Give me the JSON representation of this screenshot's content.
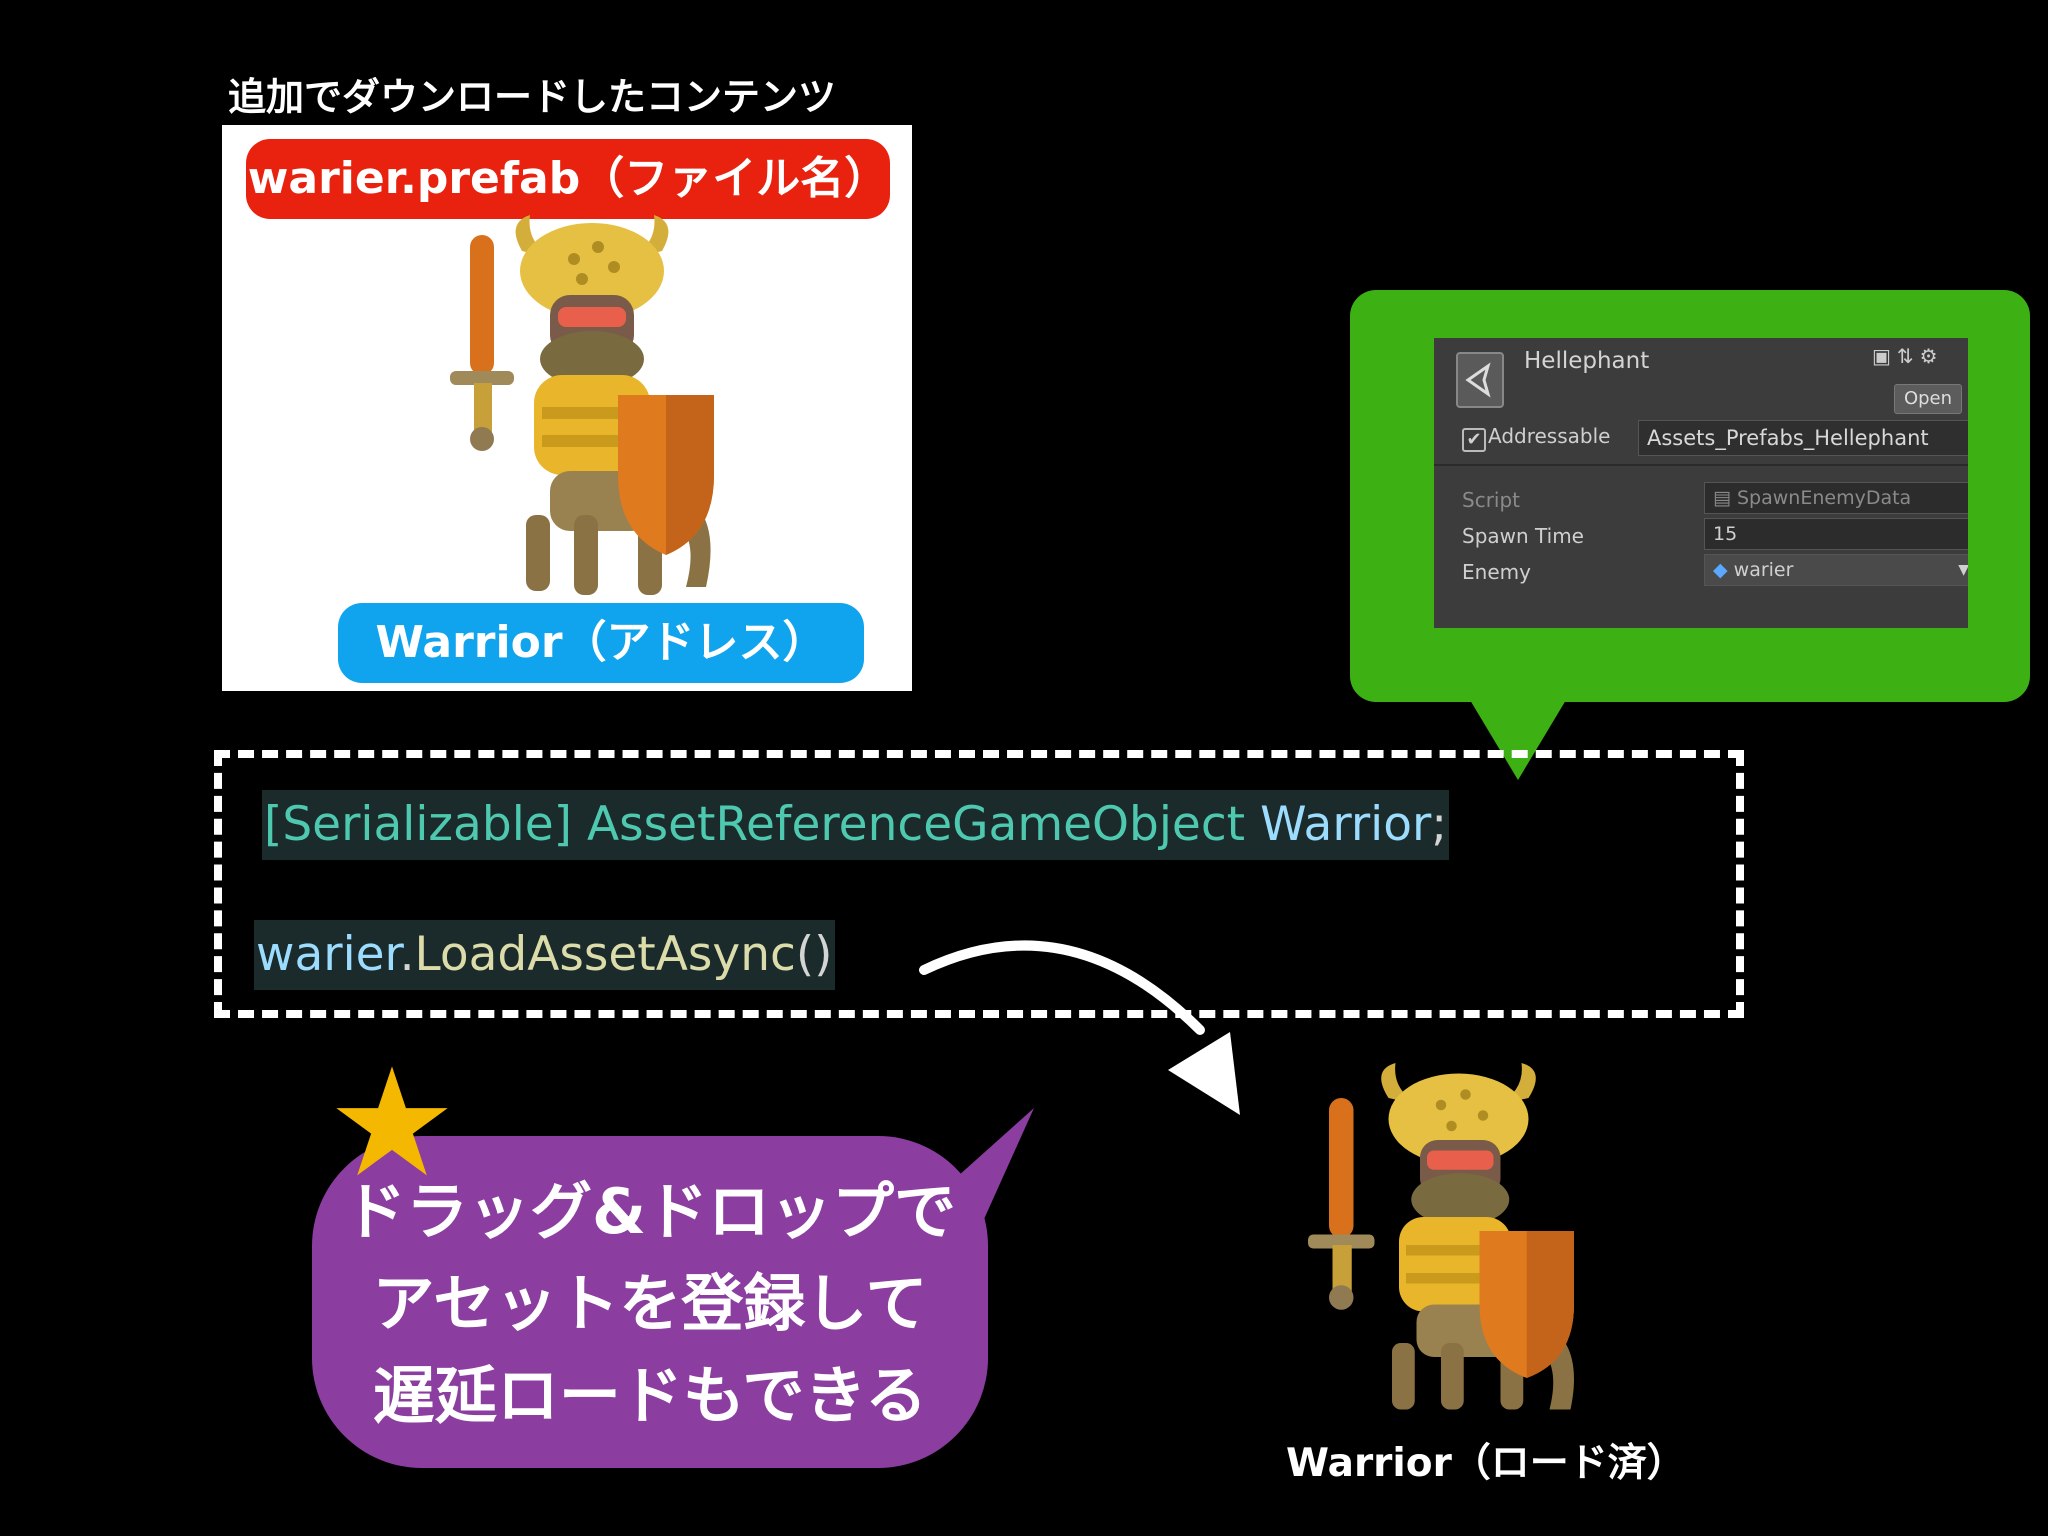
{
  "colors": {
    "background": "#000000",
    "filename_pill": "#e8220e",
    "address_pill": "#10a4ef",
    "green_balloon": "#3db014",
    "purple_balloon": "#8b3ea0",
    "star": "#f5b800",
    "code_type": "#4ec9b0",
    "code_identifier": "#9cdcfe"
  },
  "content_card": {
    "title": "追加でダウンロードしたコンテンツ",
    "filename_label": "warier.prefab（ファイル名）",
    "address_label": "Warrior（アドレス）",
    "image_icon": "warrior-character-icon"
  },
  "inspector": {
    "object_name": "Hellephant",
    "open_button": "Open",
    "addressable_checked": true,
    "addressable_label": "Addressable",
    "addressable_value": "Assets_Prefabs_Hellephant",
    "fields": [
      {
        "label": "Script",
        "value": "SpawnEnemyData"
      },
      {
        "label": "Spawn Time",
        "value": "15"
      },
      {
        "label": "Enemy",
        "value": "warier"
      }
    ]
  },
  "code": {
    "line1_attr": "[Serializable]",
    "line1_type": "AssetReferenceGameObject",
    "line1_name": "Warrior",
    "line1_end": ";",
    "line2_obj": "warier",
    "line2_dot": ".",
    "line2_method": "LoadAssetAsync",
    "line2_parens": "()"
  },
  "callout": {
    "line1": "ドラッグ&ドロップで",
    "line2": "アセットを登録して",
    "line3": "遅延ロードもできる"
  },
  "loaded": {
    "label": "Warrior（ロード済）"
  }
}
